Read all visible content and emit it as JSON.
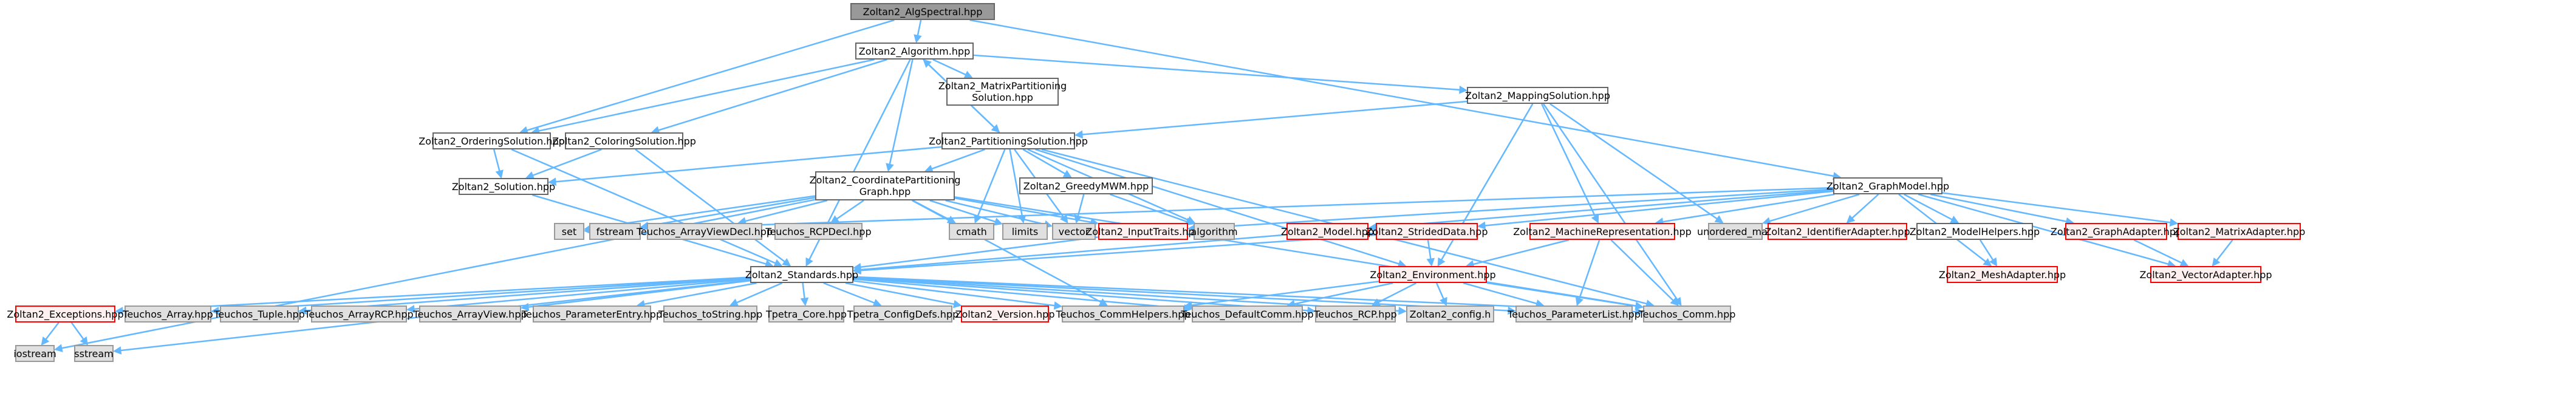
{
  "title": "Zoltan2_AlgSpectral.hpp include dependency graph",
  "colors": {
    "edge": "#63b8ff",
    "root_fill": "#999999",
    "documented_fill": "#ffffff",
    "system_fill": "#e0e0e0",
    "undocumented_fill": "#fff0f0",
    "undocumented_border": "#ff0000"
  },
  "nodes": [
    {
      "id": "algspectral",
      "label": "Zoltan2_AlgSpectral.hpp",
      "kind": "main"
    },
    {
      "id": "algorithm_hpp",
      "label": "Zoltan2_Algorithm.hpp",
      "kind": "doc"
    },
    {
      "id": "matrixpart",
      "label": "Zoltan2_MatrixPartitioning\nSolution.hpp",
      "kind": "doc"
    },
    {
      "id": "mapping",
      "label": "Zoltan2_MappingSolution.hpp",
      "kind": "doc"
    },
    {
      "id": "ordering",
      "label": "Zoltan2_OrderingSolution.hpp",
      "kind": "doc"
    },
    {
      "id": "coloring",
      "label": "Zoltan2_ColoringSolution.hpp",
      "kind": "doc"
    },
    {
      "id": "partitioning",
      "label": "Zoltan2_PartitioningSolution.hpp",
      "kind": "doc"
    },
    {
      "id": "graphmodel",
      "label": "Zoltan2_GraphModel.hpp",
      "kind": "doc"
    },
    {
      "id": "solution",
      "label": "Zoltan2_Solution.hpp",
      "kind": "doc"
    },
    {
      "id": "coordpart",
      "label": "Zoltan2_CoordinatePartitioning\nGraph.hpp",
      "kind": "doc"
    },
    {
      "id": "greedymwm",
      "label": "Zoltan2_GreedyMWM.hpp",
      "kind": "doc"
    },
    {
      "id": "set",
      "label": "set",
      "kind": "sys"
    },
    {
      "id": "fstream",
      "label": "fstream",
      "kind": "sys"
    },
    {
      "id": "arrayviewdecl",
      "label": "Teuchos_ArrayViewDecl.hpp",
      "kind": "sys"
    },
    {
      "id": "rcpdecl",
      "label": "Teuchos_RCPDecl.hpp",
      "kind": "sys"
    },
    {
      "id": "cmath",
      "label": "cmath",
      "kind": "sys"
    },
    {
      "id": "limits",
      "label": "limits",
      "kind": "sys"
    },
    {
      "id": "vector",
      "label": "vector",
      "kind": "sys"
    },
    {
      "id": "inputtraits",
      "label": "Zoltan2_InputTraits.hpp",
      "kind": "red"
    },
    {
      "id": "algorithm_std",
      "label": "algorithm",
      "kind": "sys"
    },
    {
      "id": "model",
      "label": "Zoltan2_Model.hpp",
      "kind": "red"
    },
    {
      "id": "strided",
      "label": "Zoltan2_StridedData.hpp",
      "kind": "red"
    },
    {
      "id": "machinerep",
      "label": "Zoltan2_MachineRepresentation.hpp",
      "kind": "red"
    },
    {
      "id": "unordered_map",
      "label": "unordered_map",
      "kind": "sys"
    },
    {
      "id": "identifieradapter",
      "label": "Zoltan2_IdentifierAdapter.hpp",
      "kind": "red"
    },
    {
      "id": "modelhelpers",
      "label": "Zoltan2_ModelHelpers.hpp",
      "kind": "doc"
    },
    {
      "id": "graphadapter",
      "label": "Zoltan2_GraphAdapter.hpp",
      "kind": "red"
    },
    {
      "id": "matrixadapter",
      "label": "Zoltan2_MatrixAdapter.hpp",
      "kind": "red"
    },
    {
      "id": "standards",
      "label": "Zoltan2_Standards.hpp",
      "kind": "doc"
    },
    {
      "id": "environment",
      "label": "Zoltan2_Environment.hpp",
      "kind": "red"
    },
    {
      "id": "meshadapter",
      "label": "Zoltan2_MeshAdapter.hpp",
      "kind": "red"
    },
    {
      "id": "vectoradapter",
      "label": "Zoltan2_VectorAdapter.hpp",
      "kind": "red"
    },
    {
      "id": "exceptions",
      "label": "Zoltan2_Exceptions.hpp",
      "kind": "red"
    },
    {
      "id": "t_array",
      "label": "Teuchos_Array.hpp",
      "kind": "sys"
    },
    {
      "id": "t_tuple",
      "label": "Teuchos_Tuple.hpp",
      "kind": "sys"
    },
    {
      "id": "t_arrayrcp",
      "label": "Teuchos_ArrayRCP.hpp",
      "kind": "sys"
    },
    {
      "id": "t_arrayview",
      "label": "Teuchos_ArrayView.hpp",
      "kind": "sys"
    },
    {
      "id": "t_paramentry",
      "label": "Teuchos_ParameterEntry.hpp",
      "kind": "sys"
    },
    {
      "id": "t_tostring",
      "label": "Teuchos_toString.hpp",
      "kind": "sys"
    },
    {
      "id": "tpetra_core",
      "label": "Tpetra_Core.hpp",
      "kind": "sys"
    },
    {
      "id": "tpetra_config",
      "label": "Tpetra_ConfigDefs.hpp",
      "kind": "sys"
    },
    {
      "id": "version",
      "label": "Zoltan2_Version.hpp",
      "kind": "red"
    },
    {
      "id": "t_commhelpers",
      "label": "Teuchos_CommHelpers.hpp",
      "kind": "sys"
    },
    {
      "id": "t_defaultcomm",
      "label": "Teuchos_DefaultComm.hpp",
      "kind": "sys"
    },
    {
      "id": "t_rcp",
      "label": "Teuchos_RCP.hpp",
      "kind": "sys"
    },
    {
      "id": "config",
      "label": "Zoltan2_config.h",
      "kind": "sys"
    },
    {
      "id": "t_paramlist",
      "label": "Teuchos_ParameterList.hpp",
      "kind": "sys"
    },
    {
      "id": "t_comm",
      "label": "Teuchos_Comm.hpp",
      "kind": "sys"
    },
    {
      "id": "iostream",
      "label": "iostream",
      "kind": "sys"
    },
    {
      "id": "sstream",
      "label": "sstream",
      "kind": "sys"
    }
  ],
  "edges": [
    [
      "algspectral",
      "algorithm_hpp"
    ],
    [
      "algspectral",
      "ordering"
    ],
    [
      "algspectral",
      "graphmodel"
    ],
    [
      "algorithm_hpp",
      "matrixpart"
    ],
    [
      "algorithm_hpp",
      "mapping"
    ],
    [
      "algorithm_hpp",
      "ordering"
    ],
    [
      "algorithm_hpp",
      "coloring"
    ],
    [
      "algorithm_hpp",
      "partitioning"
    ],
    [
      "algorithm_hpp",
      "coordpart"
    ],
    [
      "algorithm_hpp",
      "standards"
    ],
    [
      "partitioning",
      "algorithm_hpp"
    ],
    [
      "mapping",
      "partitioning"
    ],
    [
      "mapping",
      "environment"
    ],
    [
      "mapping",
      "machinerep"
    ],
    [
      "mapping",
      "unordered_map"
    ],
    [
      "mapping",
      "t_comm"
    ],
    [
      "ordering",
      "solution"
    ],
    [
      "ordering",
      "standards"
    ],
    [
      "coloring",
      "solution"
    ],
    [
      "coloring",
      "standards"
    ],
    [
      "partitioning",
      "solution"
    ],
    [
      "partitioning",
      "coordpart"
    ],
    [
      "partitioning",
      "greedymwm"
    ],
    [
      "partitioning",
      "cmath"
    ],
    [
      "partitioning",
      "limits"
    ],
    [
      "partitioning",
      "vector"
    ],
    [
      "partitioning",
      "algorithm_std"
    ],
    [
      "partitioning",
      "environment"
    ],
    [
      "partitioning",
      "t_comm"
    ],
    [
      "solution",
      "standards"
    ],
    [
      "coordpart",
      "set"
    ],
    [
      "coordpart",
      "fstream"
    ],
    [
      "coordpart",
      "arrayviewdecl"
    ],
    [
      "coordpart",
      "rcpdecl"
    ],
    [
      "coordpart",
      "cmath"
    ],
    [
      "coordpart",
      "limits"
    ],
    [
      "coordpart",
      "vector"
    ],
    [
      "coordpart",
      "inputtraits"
    ],
    [
      "coordpart",
      "t_commhelpers"
    ],
    [
      "coordpart",
      "t_comm"
    ],
    [
      "coordpart",
      "iostream"
    ],
    [
      "greedymwm",
      "vector"
    ],
    [
      "greedymwm",
      "algorithm_std"
    ],
    [
      "graphmodel",
      "model"
    ],
    [
      "graphmodel",
      "strided"
    ],
    [
      "graphmodel",
      "machinerep"
    ],
    [
      "graphmodel",
      "unordered_map"
    ],
    [
      "graphmodel",
      "identifieradapter"
    ],
    [
      "graphmodel",
      "modelhelpers"
    ],
    [
      "graphmodel",
      "graphadapter"
    ],
    [
      "graphmodel",
      "matrixadapter"
    ],
    [
      "graphmodel",
      "meshadapter"
    ],
    [
      "graphmodel",
      "vectoradapter"
    ],
    [
      "graphmodel",
      "inputtraits"
    ],
    [
      "graphmodel",
      "set"
    ],
    [
      "inputtraits",
      "standards"
    ],
    [
      "model",
      "standards"
    ],
    [
      "strided",
      "standards"
    ],
    [
      "strided",
      "environment"
    ],
    [
      "machinerep",
      "environment"
    ],
    [
      "machinerep",
      "t_paramlist"
    ],
    [
      "machinerep",
      "t_comm"
    ],
    [
      "modelhelpers",
      "meshadapter"
    ],
    [
      "graphadapter",
      "vectoradapter"
    ],
    [
      "matrixadapter",
      "vectoradapter"
    ],
    [
      "standards",
      "exceptions"
    ],
    [
      "standards",
      "t_array"
    ],
    [
      "standards",
      "t_tuple"
    ],
    [
      "standards",
      "t_arrayrcp"
    ],
    [
      "standards",
      "t_arrayview"
    ],
    [
      "standards",
      "t_paramentry"
    ],
    [
      "standards",
      "t_tostring"
    ],
    [
      "standards",
      "tpetra_core"
    ],
    [
      "standards",
      "tpetra_config"
    ],
    [
      "standards",
      "version"
    ],
    [
      "standards",
      "t_commhelpers"
    ],
    [
      "standards",
      "t_defaultcomm"
    ],
    [
      "standards",
      "t_rcp"
    ],
    [
      "standards",
      "config"
    ],
    [
      "standards",
      "t_paramlist"
    ],
    [
      "standards",
      "t_comm"
    ],
    [
      "standards",
      "sstream"
    ],
    [
      "environment",
      "t_defaultcomm"
    ],
    [
      "environment",
      "t_rcp"
    ],
    [
      "environment",
      "config"
    ],
    [
      "environment",
      "t_paramlist"
    ],
    [
      "environment",
      "t_comm"
    ],
    [
      "environment",
      "t_commhelpers"
    ],
    [
      "exceptions",
      "iostream"
    ],
    [
      "exceptions",
      "sstream"
    ]
  ]
}
